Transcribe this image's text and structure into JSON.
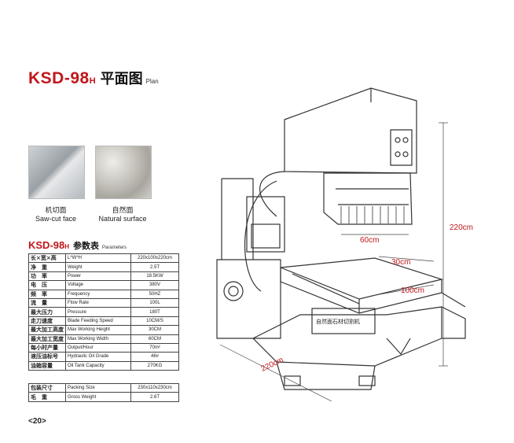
{
  "header": {
    "model": "KSD-98",
    "suffix": "H",
    "title_cn": "平面图",
    "title_en": "Plan"
  },
  "photos": {
    "saw": {
      "cn": "机切面",
      "en": "Saw-cut face"
    },
    "natural": {
      "cn": "自然面",
      "en": "Natural surface"
    }
  },
  "params_title": {
    "model": "KSD-98",
    "suffix": "H",
    "cn": "参数表",
    "en": "Parameters"
  },
  "params": [
    {
      "cn": "长×宽×高",
      "en": "L*W*H",
      "val": "220x100x220cm"
    },
    {
      "cn": "净　重",
      "en": "Weight",
      "val": "2.5T"
    },
    {
      "cn": "功　率",
      "en": "Power",
      "val": "18.5KW"
    },
    {
      "cn": "电　压",
      "en": "Voltage",
      "val": "380V"
    },
    {
      "cn": "频　率",
      "en": "Frequency",
      "val": "50HZ"
    },
    {
      "cn": "流　量",
      "en": "Flow Rate",
      "val": "100L"
    },
    {
      "cn": "最大压力",
      "en": "Pressure",
      "val": "180T"
    },
    {
      "cn": "走刀速度",
      "en": "Blade Feeding Speed",
      "val": "10CM/S"
    },
    {
      "cn": "最大加工高度",
      "en": "Max Working Height",
      "val": "30CM"
    },
    {
      "cn": "最大加工宽度",
      "en": "Max Working Width",
      "val": "60CM"
    },
    {
      "cn": "每小时产量",
      "en": "Output/Hour",
      "val": "70m²"
    },
    {
      "cn": "液压油标号",
      "en": "Hydraulic Oil Grade",
      "val": "46#"
    },
    {
      "cn": "油箱容量",
      "en": "Oil Tank Capacity",
      "val": "270KG"
    }
  ],
  "packing": [
    {
      "cn": "包装尺寸",
      "en": "Packing Size",
      "val": "230x110x230cm"
    },
    {
      "cn": "毛　重",
      "en": "Gross Weight",
      "val": "2.6T"
    }
  ],
  "dimensions": {
    "d60": "60cm",
    "d30": "30cm",
    "d100": "100cm",
    "d220h": "220cm",
    "d220w": "220cm"
  },
  "machine_label": "自然面石材切割机",
  "page_number": "<20>",
  "colors": {
    "accent": "#c0171c"
  }
}
